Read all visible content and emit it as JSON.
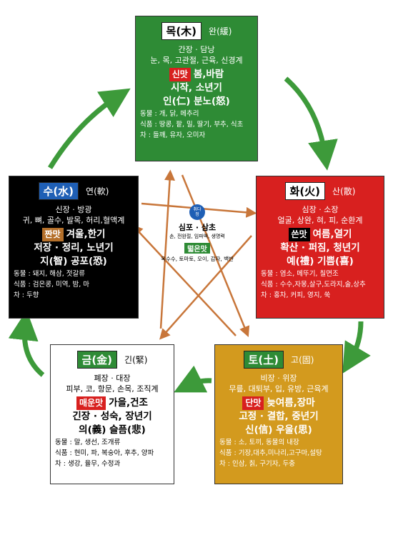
{
  "colors": {
    "wood": "#2e8b35",
    "fire": "#d8201f",
    "earth": "#d39a1e",
    "metal": "#ffffff",
    "water": "#000000",
    "cycle_arrow": "#3d9a3a",
    "control_arrow": "#c8763a"
  },
  "wood": {
    "element": "목(木)",
    "quality": "완(緩)",
    "organs": "간장 · 담낭",
    "parts": "눈, 목, 고관절, 근육, 신경계",
    "taste": "신맛",
    "season": "봄,바람",
    "phase": "시작, 소년기",
    "virtue": "인(仁) 분노(怒)",
    "animals": "동물 : 개, 닭, 메추리",
    "foods": "식품 : 땅콩, 팥, 밀, 딸기, 부추, 식초",
    "teas": "차 : 들깨, 유자, 오미자"
  },
  "fire": {
    "element": "화(火)",
    "quality": "산(散)",
    "organs": "심장 · 소장",
    "parts": "얼굴, 상완, 혀, 피, 순환계",
    "taste": "쓴맛",
    "season": "여름,열기",
    "phase": "확산 · 퍼짐, 청년기",
    "virtue": "예(禮) 기쁨(喜)",
    "animals": "동물 : 염소, 메뚜기, 칠면조",
    "foods": "식품 : 수수,자몽,살구,도라지,술,상추",
    "teas": "차 : 홍차, 커피, 영지, 쑥"
  },
  "earth": {
    "element": "토(土)",
    "quality": "고(固)",
    "organs": "비장 · 위장",
    "parts": "무릎, 대퇴부, 입, 유방, 근육계",
    "taste": "단맛",
    "season": "늦여름,장마",
    "phase": "고정 · 결합, 중년기",
    "virtue": "신(信) 우울(思)",
    "animals": "동물 : 소, 토끼, 동물의 내장",
    "foods": "식품 : 기장,대추,미나리,고구마,설탕",
    "teas": "차 : 인삼, 칡, 구기자, 두충"
  },
  "metal": {
    "element": "금(金)",
    "quality": "긴(緊)",
    "organs": "폐장 · 대장",
    "parts": "피부, 코, 항문, 손목, 조직계",
    "taste": "매운맛",
    "season": "가을,건조",
    "phase": "긴장 · 성숙, 장년기",
    "virtue": "의(義) 슬픔(悲)",
    "animals": "동물 : 말, 생선, 조개류",
    "foods": "식품 : 현미, 파, 복숭아, 후추, 양파",
    "teas": "차 : 생강, 율무, 수정과"
  },
  "water": {
    "element": "수(水)",
    "quality": "연(軟)",
    "organs": "신장 · 방광",
    "parts": "귀, 뼈, 골수, 발목, 허리,혈액계",
    "taste": "짠맛",
    "season": "겨울,한기",
    "phase": "저장 · 정리, 노년기",
    "virtue": "지(智) 공포(恐)",
    "animals": "동물 : 돼지, 해삼, 젓갈류",
    "foods": "식품 : 검은콩, 미역, 밤, 마",
    "teas": "차 : 두향"
  },
  "center": {
    "badge": "취다\n정",
    "organs": "심포 · 삼초",
    "parts": "손, 전완절, 임파액, 생명력",
    "taste": "떫은맛",
    "foods": "옥수수, 토마토, 오이, 감자, 백반"
  }
}
